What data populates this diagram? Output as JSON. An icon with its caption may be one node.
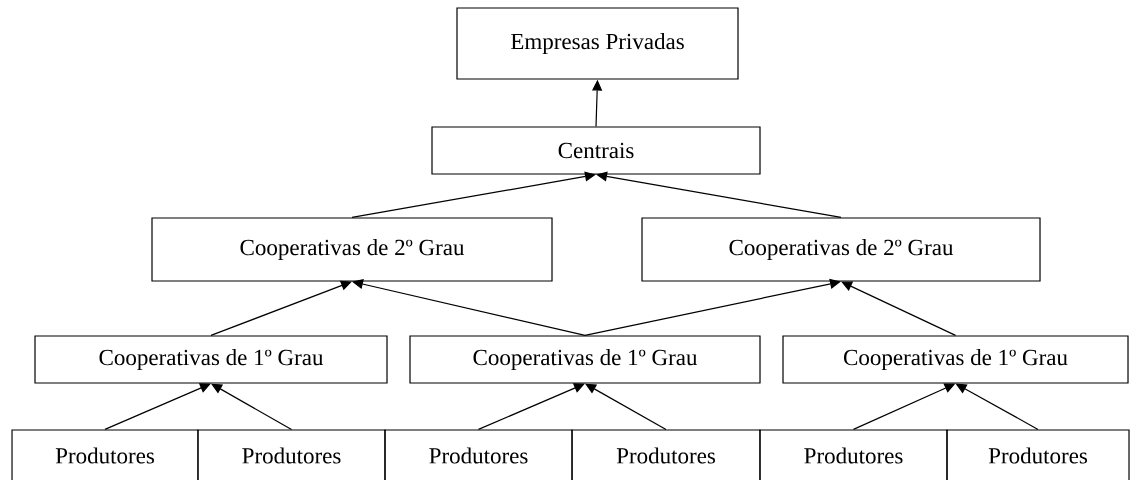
{
  "diagram": {
    "nodes": [
      {
        "text": [
          "Empresas Privadas"
        ]
      },
      {
        "text": [
          "Centrais"
        ]
      },
      {
        "text": [
          "Cooperativas de 2º Grau"
        ]
      },
      {
        "text": [
          "Cooperativas de 2º Grau"
        ]
      },
      {
        "text": [
          "Cooperativas de 1º Grau"
        ]
      },
      {
        "text": [
          "Cooperativas de 1º Grau"
        ]
      },
      {
        "text": [
          "Cooperativas de 1º Grau"
        ]
      },
      {
        "text": [
          "Produtores"
        ]
      },
      {
        "text": [
          "Produtores"
        ]
      },
      {
        "text": [
          "Produtores"
        ]
      },
      {
        "text": [
          "Produtores"
        ]
      },
      {
        "text": [
          "Produtores"
        ]
      },
      {
        "text": [
          "Produtores"
        ]
      }
    ],
    "edges": [
      {
        "from": 1,
        "to": 0,
        "arrow": "to"
      },
      {
        "from": 2,
        "to": 1,
        "arrow": "to"
      },
      {
        "from": 3,
        "to": 1,
        "arrow": "to"
      },
      {
        "from": 4,
        "to": 2,
        "arrow": "to"
      },
      {
        "from": 5,
        "to": 2,
        "arrow": "to"
      },
      {
        "from": 5,
        "to": 3,
        "arrow": "to"
      },
      {
        "from": 6,
        "to": 3,
        "arrow": "to"
      },
      {
        "from": 7,
        "to": 4,
        "arrow": "to"
      },
      {
        "from": 8,
        "to": 4,
        "arrow": "to"
      },
      {
        "from": 9,
        "to": 5,
        "arrow": "to"
      },
      {
        "from": 10,
        "to": 5,
        "arrow": "to"
      },
      {
        "from": 11,
        "to": 6,
        "arrow": "to"
      },
      {
        "from": 12,
        "to": 6,
        "arrow": "to"
      }
    ]
  }
}
